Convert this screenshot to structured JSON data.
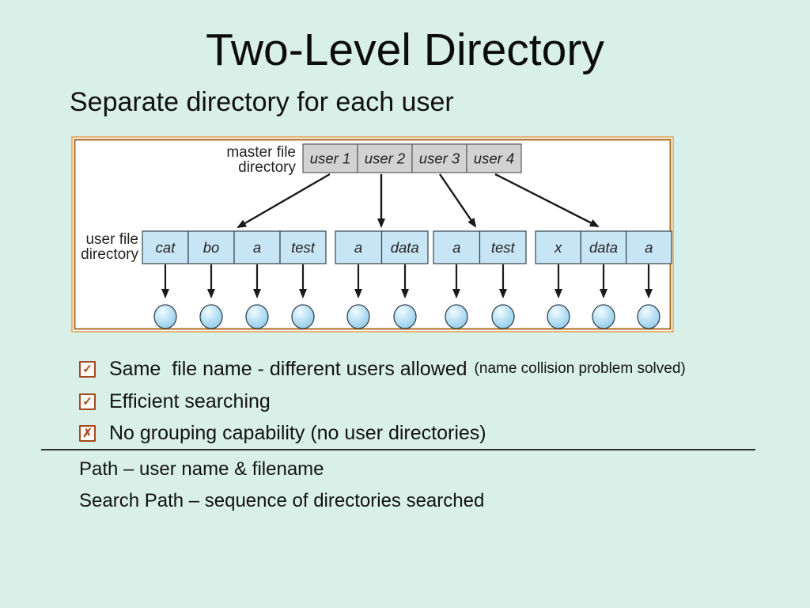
{
  "slide": {
    "title": "Two-Level Directory",
    "subtitle": "Separate directory for each user"
  },
  "diagram": {
    "master_label_line1": "master file",
    "master_label_line2": "directory",
    "user_label_line1": "user file",
    "user_label_line2": "directory",
    "master_boxes": [
      "user 1",
      "user 2",
      "user 3",
      "user 4"
    ],
    "groups": [
      {
        "items": [
          "cat",
          "bo",
          "a",
          "test"
        ]
      },
      {
        "items": [
          "a",
          "data"
        ]
      },
      {
        "items": [
          "a",
          "test"
        ]
      },
      {
        "items": [
          "x",
          "data",
          "a"
        ]
      }
    ]
  },
  "icons": {
    "check": "✓",
    "cross": "✗"
  },
  "bullets": [
    {
      "mark": "check",
      "text": "Same  file name - different users allowed",
      "note": "(name collision problem solved)"
    },
    {
      "mark": "check",
      "text": "Efficient searching",
      "note": ""
    },
    {
      "mark": "cross",
      "text": "No grouping capability (no user directories)",
      "note": ""
    }
  ],
  "footer_lines": [
    "Path – user name & filename",
    "Search Path – sequence of directories searched"
  ],
  "colors": {
    "background": "#d9f0e9",
    "text": "#131313",
    "checkbox_brown": "#a54a1e",
    "frame_border_outer": "#e3a45a",
    "frame_border_inner": "#a96c22",
    "master_box_fill": "#d2d2d2",
    "master_box_stroke": "#58595b",
    "user_box_fill": "#c8e5f6",
    "user_box_stroke": "#33444e",
    "file_circle_fill": "#a9daf1",
    "arrow": "#1a1a1a"
  }
}
